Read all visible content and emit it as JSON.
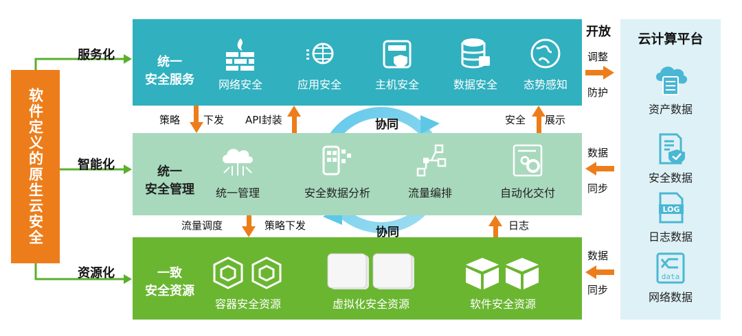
{
  "left_bar": {
    "text": "软件定义的原生云安全"
  },
  "side_labels": {
    "service": "服务化",
    "intelligent": "智能化",
    "resource": "资源化"
  },
  "layers": {
    "top": {
      "title_line1": "统一",
      "title_line2": "安全服务",
      "items": [
        "网络安全",
        "应用安全",
        "主机安全",
        "数据安全",
        "态势感知"
      ]
    },
    "mid": {
      "title_line1": "统一",
      "title_line2": "安全管理",
      "items": [
        "统一管理",
        "安全数据分析",
        "流量编排",
        "自动化交付"
      ]
    },
    "bot": {
      "title_line1": "一致",
      "title_line2": "安全资源",
      "items": [
        "容器安全资源",
        "虚拟化安全资源",
        "软件安全资源"
      ]
    }
  },
  "arrows_top": {
    "strategy": "策略",
    "issue": "下发",
    "api": "API封装",
    "security": "安全",
    "display": "展示",
    "collab": "协同"
  },
  "arrows_bottom": {
    "traffic": "流量调度",
    "strategy_issue": "策略下发",
    "collab": "协同",
    "log": "日志"
  },
  "right_side": {
    "open": "开放",
    "adjust": "调整",
    "protect": "防护",
    "data1": "数据",
    "sync1": "同步",
    "data2": "数据",
    "sync2": "同步"
  },
  "cloud_panel": {
    "title": "云计算平台",
    "items": [
      "资产数据",
      "安全数据",
      "日志数据",
      "网络数据"
    ],
    "log_icon_text": "LOG",
    "data_icon_text": "data"
  },
  "colors": {
    "orange": "#ed7d1a",
    "teal": "#31b0bf",
    "light_green": "#a8d9bd",
    "green": "#6ab631",
    "panel": "#def1f6",
    "cycle": "#5ec7e6"
  }
}
